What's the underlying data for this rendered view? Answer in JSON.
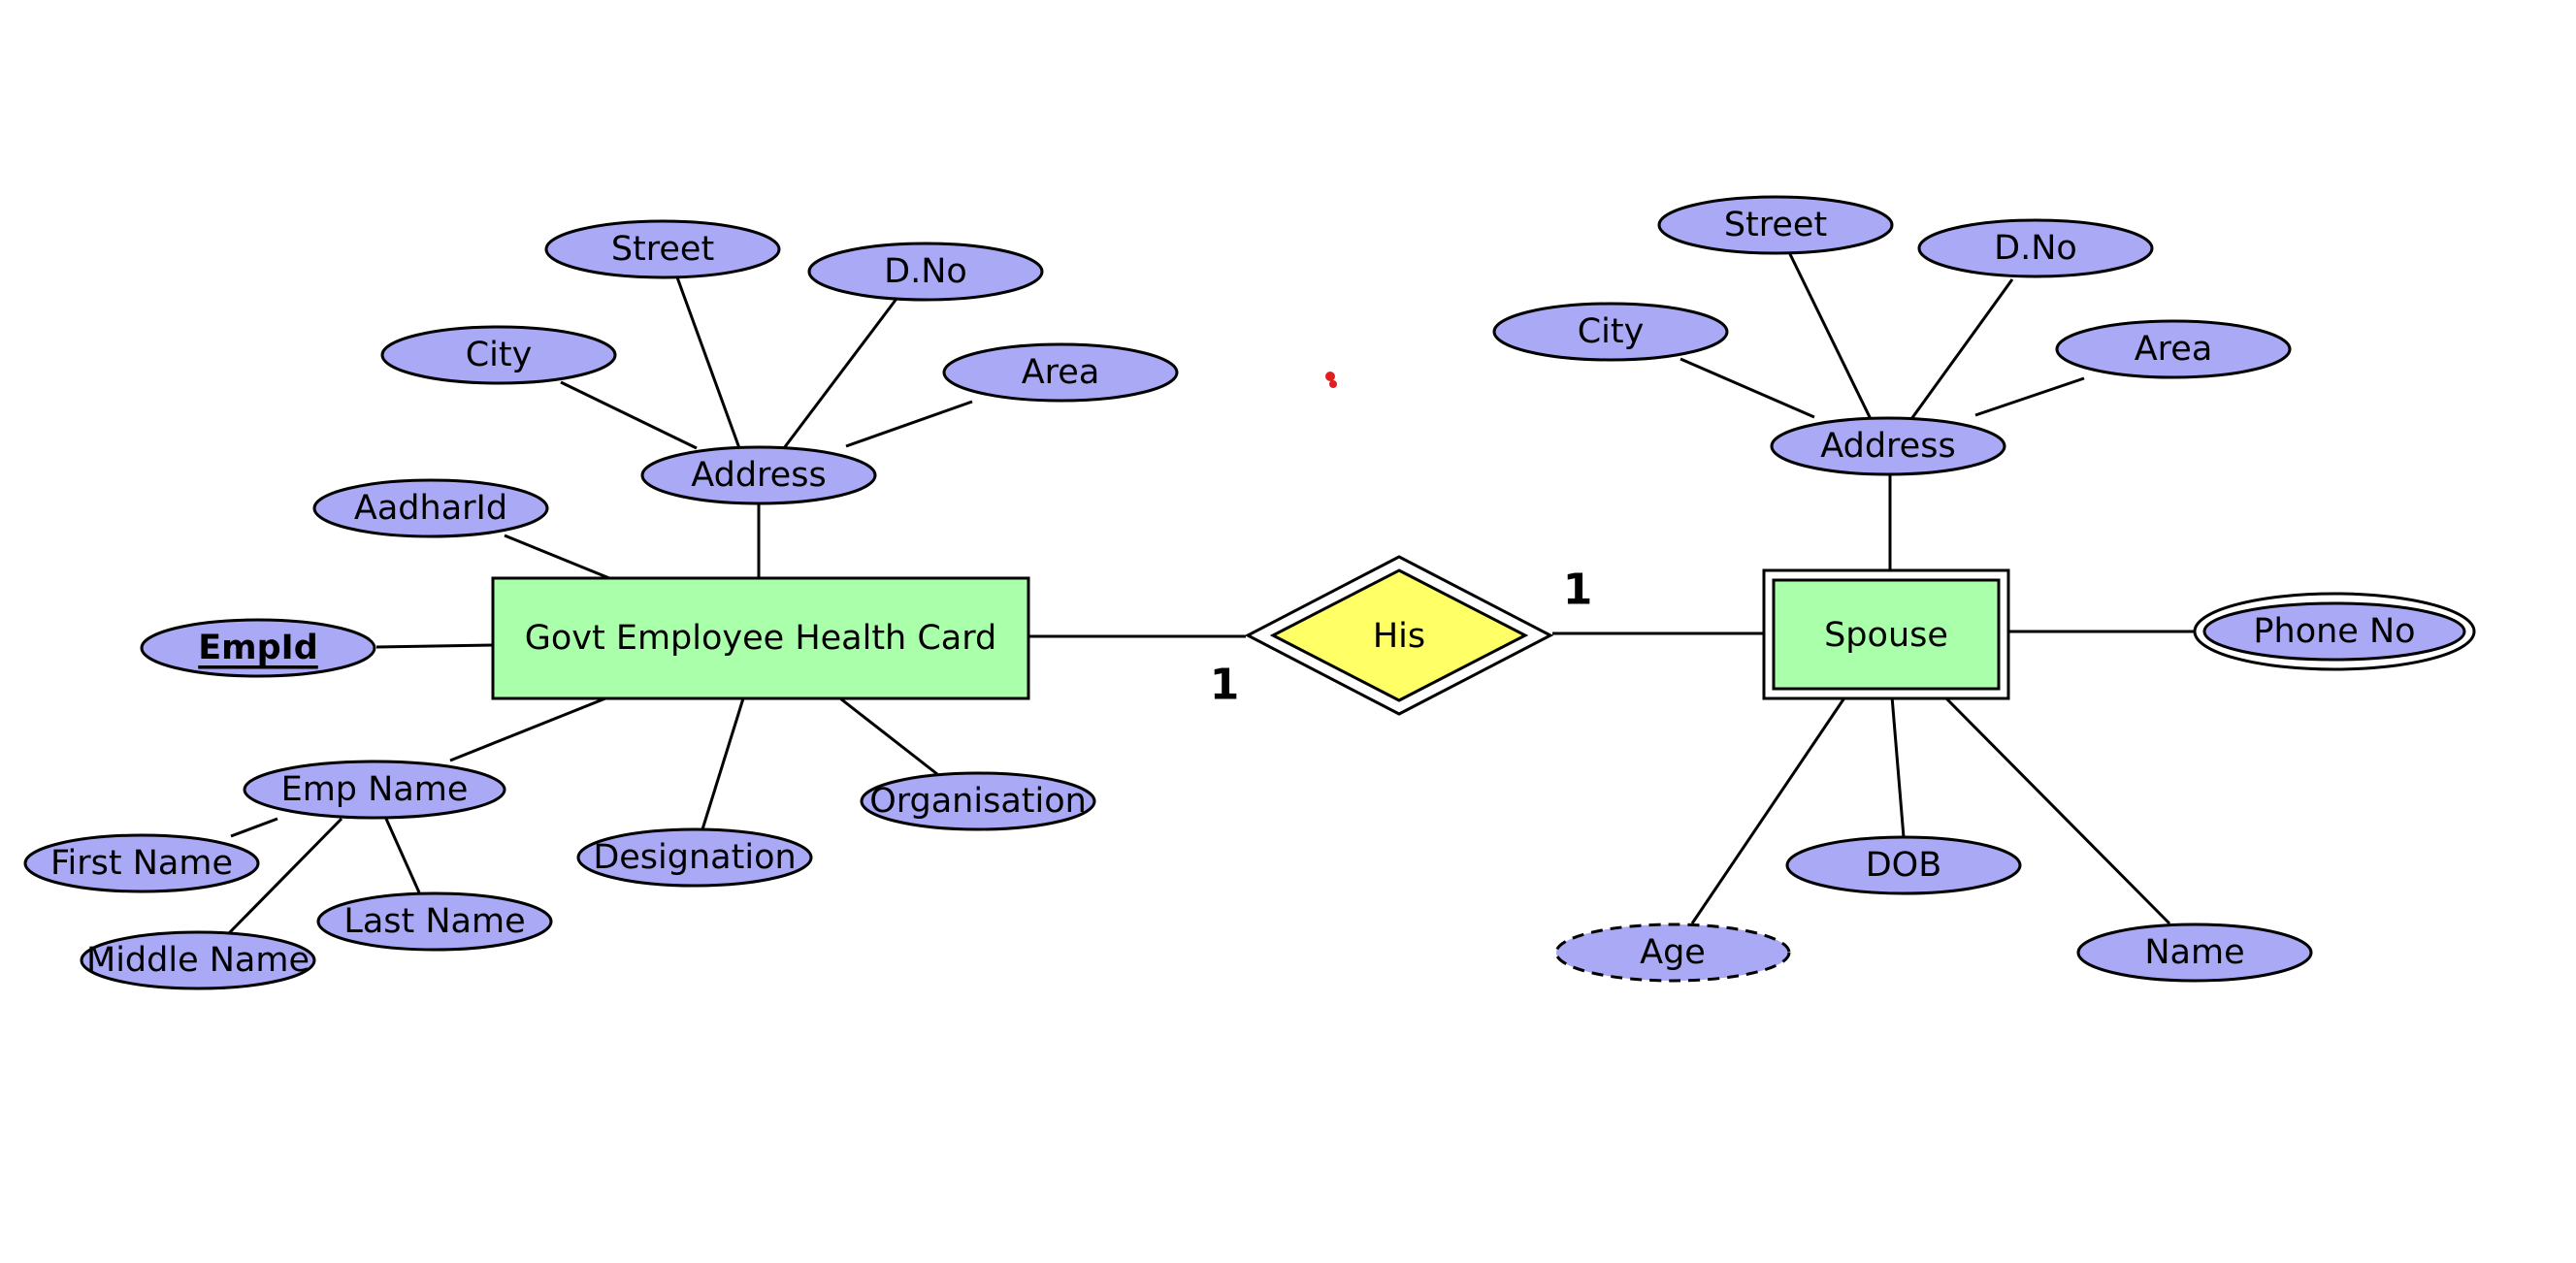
{
  "entities": {
    "employee": {
      "name": "Govt Employee Health Card",
      "attributes": {
        "empid": "EmpId",
        "aadharid": "AadharId",
        "address": "Address",
        "address_street": "Street",
        "address_dno": "D.No",
        "address_city": "City",
        "address_area": "Area",
        "emp_name": "Emp Name",
        "first_name": "First Name",
        "middle_name": "Middle Name",
        "last_name": "Last Name",
        "designation": "Designation",
        "organisation": "Organisation"
      }
    },
    "spouse": {
      "name": "Spouse",
      "attributes": {
        "address": "Address",
        "address_street": "Street",
        "address_dno": "D.No",
        "address_city": "City",
        "address_area": "Area",
        "phone_no": "Phone No",
        "age": "Age",
        "dob": "DOB",
        "name": "Name"
      }
    }
  },
  "relationship": {
    "name": "His",
    "cardinality_employee": "1",
    "cardinality_spouse": "1"
  },
  "colors": {
    "entity_fill": "#aaffaa",
    "attribute_fill": "#a9a9f5",
    "relationship_fill": "#ffff66",
    "stray_mark": "#e02020"
  }
}
